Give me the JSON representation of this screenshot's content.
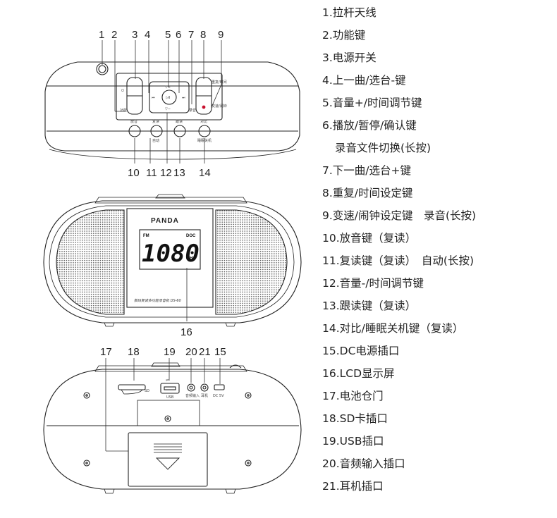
{
  "top_view": {
    "callouts": [
      "1",
      "2",
      "3",
      "4",
      "5",
      "6",
      "7",
      "8",
      "9"
    ],
    "bottom_callouts": [
      "10",
      "11",
      "12",
      "13",
      "14"
    ],
    "btn_labels": {
      "func": "功能",
      "repeat_time": "重复/时间",
      "record": "录音",
      "speed_alarm": "变速/闹钟",
      "play": "放音",
      "reread_auto": "复读",
      "auto": "自动",
      "follow": "跟读",
      "compare": "对比",
      "sleep": "睡眠关机"
    }
  },
  "front_view": {
    "brand": "PANDA",
    "lcd_band": "FM",
    "lcd_freq": "1080",
    "lcd_unit": "MHz",
    "model_text": "数码复读多功能录音机 DS-60",
    "callout": "16"
  },
  "back_view": {
    "callouts": [
      "17",
      "18",
      "19",
      "20",
      "21",
      "15"
    ],
    "port_labels": {
      "sd": "SD",
      "usb": "USB",
      "audio_in": "音频输入",
      "earphone": "耳机",
      "dc": "DC 5V"
    }
  },
  "legend": [
    "1.拉杆天线",
    "2.功能键",
    "3.电源开关",
    "4.上一曲/选台-键",
    "5.音量+/时间调节键",
    "6.播放/暂停/确认键",
    "录音文件切换(长按)",
    "7.下一曲/选台+键",
    "8.重复/时间设定键",
    "9.变速/闹钟设定键　录音(长按)",
    "10.放音键（复读）",
    "11.复读键（复读）　自动(长按)",
    "12.音量-/时间调节键",
    "13.跟读键（复读）",
    "14.对比/睡眠关机键（复读）",
    "15.DC电源插口",
    "16.LCD显示屏",
    "17.电池仓门",
    "18.SD卡插口",
    "19.USB插口",
    "20.音频输入插口",
    "21.耳机插口"
  ]
}
